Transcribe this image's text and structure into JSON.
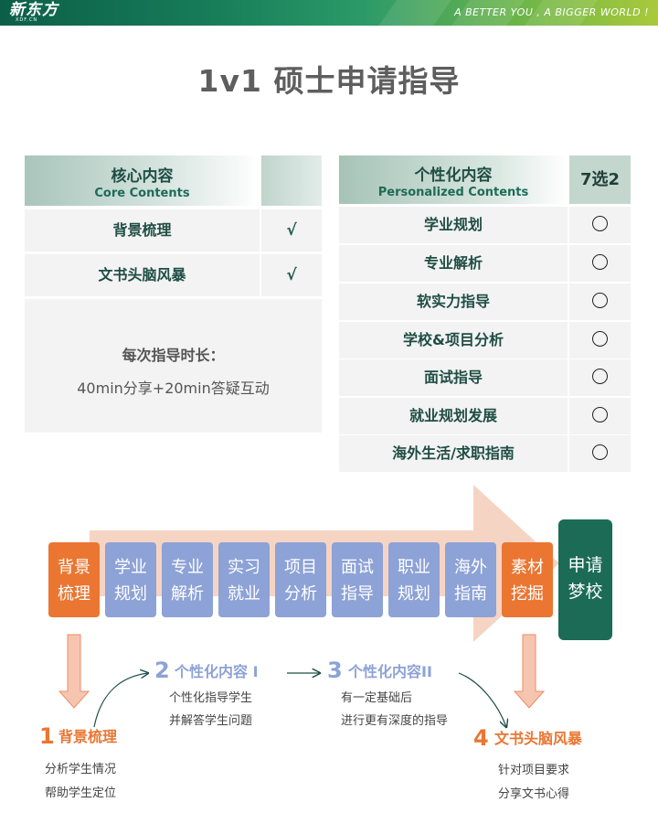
{
  "header": {
    "logo": "新东方",
    "logo_sub": "XDF.CN",
    "slogan": "A BETTER YOU , A BIGGER WORLD !"
  },
  "title": "1v1 硕士申请指导",
  "core": {
    "title_zh": "核心内容",
    "title_en": "Core Contents",
    "rows": [
      {
        "label": "背景梳理",
        "mark": "√"
      },
      {
        "label": "文书头脑风暴",
        "mark": "√"
      }
    ],
    "note_title": "每次指导时长：",
    "note_detail": "40min分享+20min答疑互动"
  },
  "personalized": {
    "title_zh": "个性化内容",
    "title_en": "Personalized Contents",
    "choose": "7选2",
    "rows": [
      "学业规划",
      "专业解析",
      "软实力指导",
      "学校&项目分析",
      "面试指导",
      "就业规划发展",
      "海外生活/求职指南"
    ]
  },
  "flow": {
    "steps": [
      {
        "l1": "背景",
        "l2": "梳理"
      },
      {
        "l1": "学业",
        "l2": "规划"
      },
      {
        "l1": "专业",
        "l2": "解析"
      },
      {
        "l1": "实习",
        "l2": "就业"
      },
      {
        "l1": "项目",
        "l2": "分析"
      },
      {
        "l1": "面试",
        "l2": "指导"
      },
      {
        "l1": "职业",
        "l2": "规划"
      },
      {
        "l1": "海外",
        "l2": "指南"
      },
      {
        "l1": "素材",
        "l2": "挖掘"
      },
      {
        "l1": "申请",
        "l2": "梦校"
      }
    ],
    "colors": {
      "orange": "#ea7632",
      "blue": "#8da2d6",
      "green": "#1b6b57",
      "arrow": "#f6d4c3"
    }
  },
  "phases": [
    {
      "num": "1",
      "title": "背景梳理",
      "lines": [
        "分析学生情况",
        "帮助学生定位"
      ]
    },
    {
      "num": "2",
      "title": "个性化内容 I",
      "lines": [
        "个性化指导学生",
        "并解答学生问题"
      ]
    },
    {
      "num": "3",
      "title": "个性化内容II",
      "lines": [
        "有一定基础后",
        "进行更有深度的指导"
      ]
    },
    {
      "num": "4",
      "title": "文书头脑风暴",
      "lines": [
        "针对项目要求",
        "分享文书心得"
      ]
    }
  ]
}
